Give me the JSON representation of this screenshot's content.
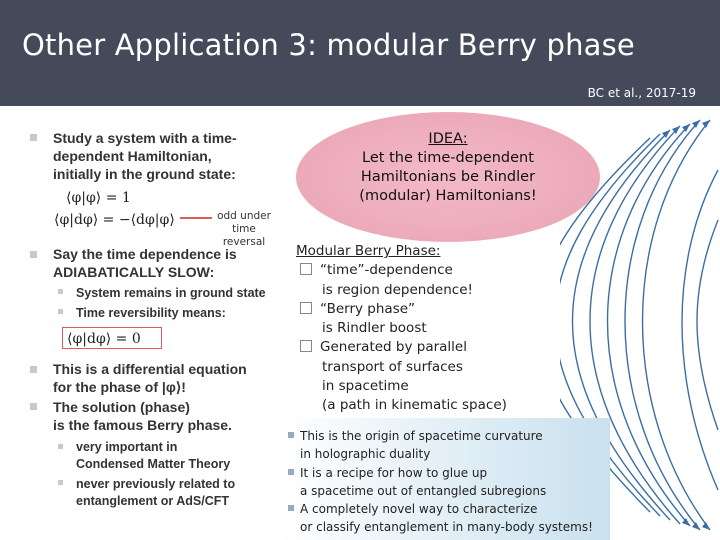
{
  "header": {
    "title": "Other Application 3: modular Berry phase",
    "citation": "BC et al., 2017-19"
  },
  "left": {
    "b1": [
      "Study a system with a time-",
      "dependent Hamiltonian,",
      "initially in the ground state:"
    ],
    "math1": "⟨φ|φ⟩ = 1",
    "math2": "⟨φ|dφ⟩ = −⟨dφ|φ⟩",
    "odd_note": [
      "odd under time",
      "reversal"
    ],
    "b2": [
      "Say the time dependence is",
      "ADIABATICALLY SLOW:"
    ],
    "b2_sub1": "System remains in ground state",
    "b2_sub2": "Time reversibility means:",
    "boxed_math": "⟨φ|dφ⟩ = 0",
    "b3": [
      "This is a differential equation",
      "for the phase of |φ⟩!"
    ],
    "b4": [
      "The solution (phase)",
      "is the famous Berry phase."
    ],
    "b4_sub1": [
      "very important in",
      "Condensed Matter Theory"
    ],
    "b4_sub2": [
      "never previously related to",
      "entanglement or AdS/CFT"
    ]
  },
  "idea": {
    "heading": "IDEA:",
    "lines": [
      "Let the time-dependent",
      "Hamiltonians be Rindler",
      "(modular) Hamiltonians!"
    ]
  },
  "modular": {
    "heading": "Modular Berry Phase:",
    "items": [
      [
        "“time”-dependence",
        "is region dependence!"
      ],
      [
        "“Berry phase”",
        "is Rindler boost"
      ],
      [
        "Generated by parallel",
        "transport of surfaces",
        "in spacetime",
        "(a path in kinematic space)"
      ]
    ]
  },
  "bottom": {
    "items": [
      [
        "This is the origin of spacetime curvature",
        "in holographic duality"
      ],
      [
        "It is a recipe for how to glue up",
        "a spacetime out of entangled subregions"
      ],
      [
        "A completely novel way to characterize",
        "or classify entanglement in many-body systems!"
      ]
    ]
  },
  "colors": {
    "header": "#454a5a",
    "accent_red": "#e05a5a",
    "ellipse": "#ecaab9",
    "curve": "#3a6ea5"
  }
}
